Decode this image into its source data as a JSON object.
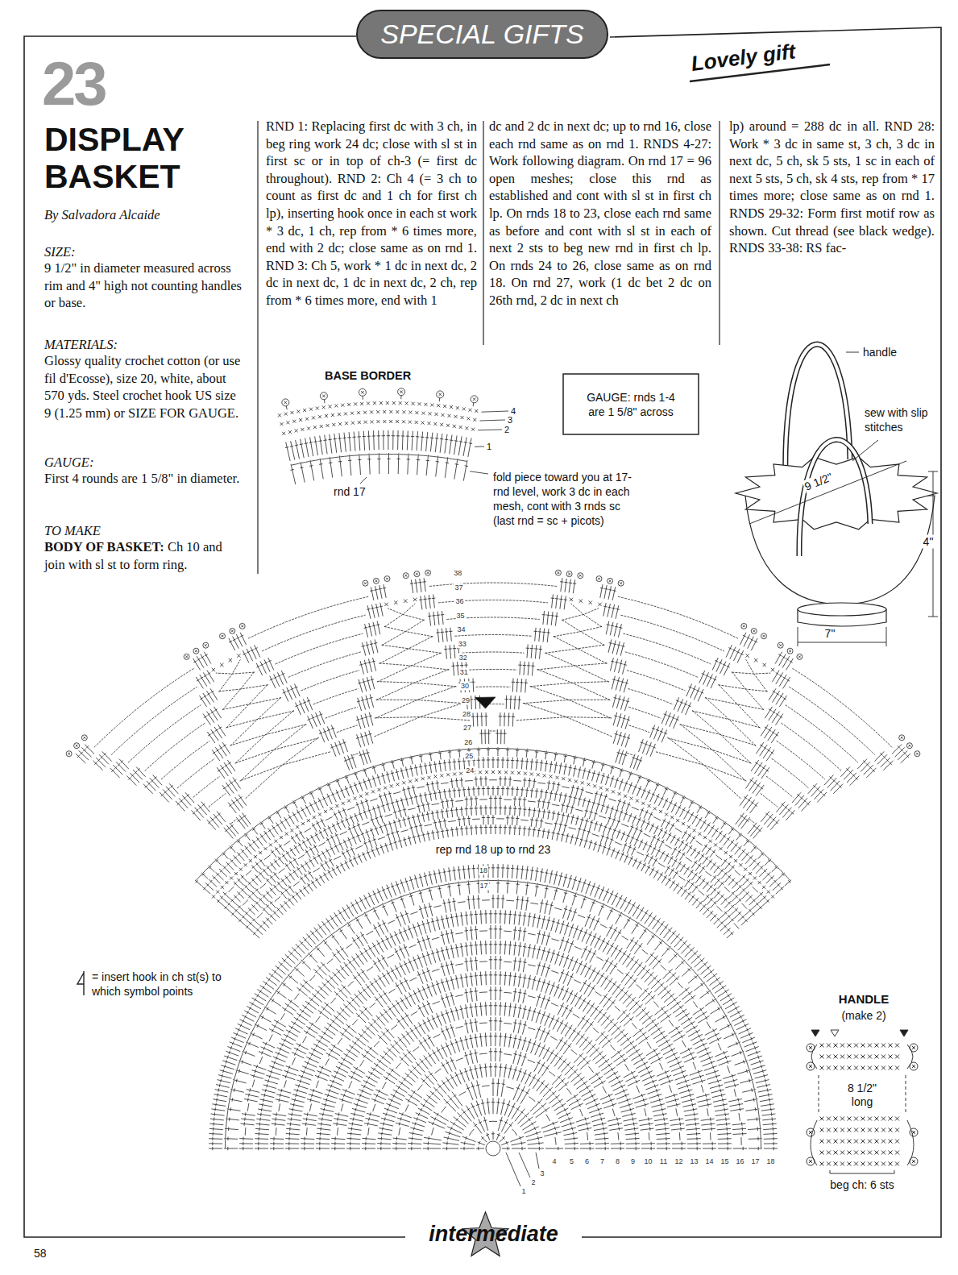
{
  "diagram": {
    "title": "DISPLAY BASKET",
    "nodes": [
      {
        "text": [
          "SPECIAL GIFTS"
        ]
      },
      {
        "text": [
          "GAUGE: rnds 1-4 are 1 5/8\" across"
        ]
      },
      {
        "text": [
          "intermediate"
        ]
      }
    ],
    "labels": [
      "23",
      "Lovely gift",
      "By Salvadora Alcaide",
      "SIZE:",
      "9 1/2\" in diameter measured across rim and 4\" high not counting handles or base.",
      "MATERIALS:",
      "Glossy quality crochet cotton (or use fil d'Ecosse), size 20, white, about 570 yds. Steel crochet hook US size 9 (1.25 mm) or SIZE FOR GAUGE.",
      "GAUGE:",
      "First 4 rounds are 1 5/8\" in diameter.",
      "TO MAKE",
      "BODY OF BASKET:",
      "Ch 10 and join with sl st to form ring.",
      "RND 1: Replacing first dc with 3 ch, in beg ring work 24 dc; close with sl st in first sc or in top of ch-3 (= first dc throughout). RND 2: Ch 4 (= 3 ch to count as first dc and 1 ch for first ch lp), inserting hook once in each st work * 3 dc, 1 ch, rep from * 6 times more, end with 2 dc; close same as on rnd 1. RND 3: Ch 5, work * 1 dc in next dc, 2 dc in next dc, 1 dc in next dc, 2 ch, rep from * 6 times more, end with 1",
      "dc and 2 dc in next dc; up to rnd 16, close each rnd same as on rnd 1. RNDS 4-27: Work following diagram. On rnd 17 = 96 open meshes; close this rnd as established and cont with sl st in first ch lp. On rnds 18 to 23, close each rnd same as before and cont with sl st in each of next 2 sts to beg new rnd in first ch lp. On rnds 24 to 26, close same as on rnd 18. On rnd 27, work (1 dc bet 2 dc on 26th rnd, 2 dc in next ch",
      "lp) around = 288 dc in all. RND 28: Work * 3 dc in same st, 3 ch, 3 dc in next dc, 5 ch, sk 5 sts, 1 sc in each of next 5 sts, 5 ch, sk 4 sts, rep from * 17 times more; close same as on rnd 1. RNDS 29-32: Form first motif row as shown. Cut thread (see black wedge). RNDS 33-38: RS fac-",
      "BASE BORDER",
      "4",
      "3",
      "2",
      "1",
      "rnd 17",
      "fold piece toward you at 17-rnd level, work 3 dc in each mesh, cont with 3 rnds sc (last rnd = sc + picots)",
      "handle",
      "sew with slip stitches",
      "9 1/2\"",
      "4\"",
      "7\"",
      "rep rnd 18 up to rnd 23",
      "1",
      "2",
      "3",
      "4",
      "5",
      "6",
      "7",
      "8",
      "9",
      "10",
      "11",
      "12",
      "13",
      "14",
      "15",
      "16",
      "17",
      "18",
      "17",
      "18",
      "24",
      "25",
      "26",
      "27",
      "28",
      "29",
      "30",
      "31",
      "32",
      "33",
      "34",
      "35",
      "36",
      "37",
      "38",
      "HANDLE",
      "(make 2)",
      "8 1/2\" long",
      "beg ch: 6 sts",
      "58"
    ],
    "legend": [
      {
        "text": "= insert hook in ch st(s) to which symbol points"
      }
    ]
  }
}
